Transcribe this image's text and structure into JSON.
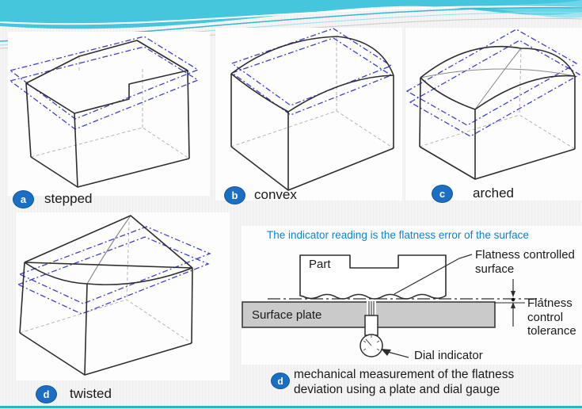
{
  "figures": {
    "a": {
      "badge": "a",
      "caption": "stepped"
    },
    "b": {
      "badge": "b",
      "caption": "convex"
    },
    "c": {
      "badge": "c",
      "caption": "arched"
    },
    "d": {
      "badge": "d",
      "caption": "twisted"
    }
  },
  "measurement": {
    "badge": "d",
    "heading": "The indicator  reading is the flatness error of the surface",
    "part_label": "Part",
    "plate_label": "Surface plate",
    "surface_label_line1": "Flatness controlled",
    "surface_label_line2": "surface",
    "tolerance_lines": [
      "Flatness",
      "control",
      "tolerance"
    ],
    "dial_label": "Dial indicator",
    "caption_line1": "mechanical measurement of the flatness",
    "caption_line2": "deviation using a plate and dial gauge"
  },
  "colors": {
    "accent_teal": "#35b8cc",
    "badge_blue": "#1b6ec2",
    "label_blue": "#0e82d8",
    "tolerance_plane_blue": "#4040d0",
    "plate_gray": "#cacaca"
  }
}
